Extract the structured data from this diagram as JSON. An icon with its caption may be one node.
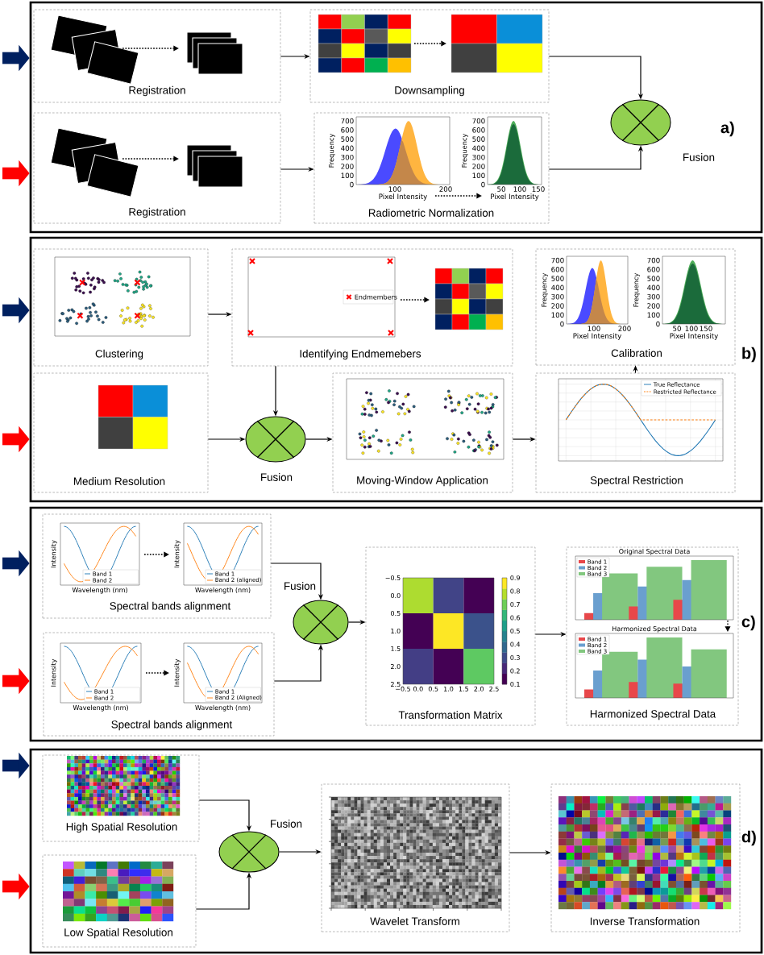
{
  "diagram": {
    "nodes": [
      {
        "text": [
          "a)"
        ]
      },
      {
        "text": [
          "Registration"
        ],
        "in": 0
      },
      {
        "text": [
          "Downsampling"
        ],
        "in": 0
      },
      {
        "text": [
          "Registration"
        ],
        "in": 0
      },
      {
        "text": [
          "Radiometric Normalization"
        ],
        "in": 0
      },
      {
        "text": [],
        "shape": "ellipse",
        "beside": [
          "Fusion"
        ],
        "in": 0
      },
      {
        "text": [
          "b)"
        ]
      },
      {
        "text": [
          "Clustering"
        ],
        "in": 6
      },
      {
        "text": [
          "Identifying Endmemebers"
        ],
        "in": 6
      },
      {
        "text": [
          "Calibration"
        ],
        "in": 6
      },
      {
        "text": [
          "Medium Resolution"
        ],
        "in": 6
      },
      {
        "text": [],
        "shape": "ellipse",
        "beside": [
          "Fusion"
        ],
        "in": 6
      },
      {
        "text": [
          "Moving-Window Application"
        ],
        "in": 6
      },
      {
        "text": [
          "Spectral Restriction"
        ],
        "in": 6
      },
      {
        "text": [
          "c)"
        ]
      },
      {
        "text": [
          "Spectral bands alignment"
        ],
        "in": 14
      },
      {
        "text": [
          "Spectral bands alignment"
        ],
        "in": 14
      },
      {
        "text": [],
        "shape": "ellipse",
        "beside": [
          "Fusion"
        ],
        "in": 14
      },
      {
        "text": [
          "Transformation Matrix"
        ],
        "in": 14
      },
      {
        "text": [
          "Harmonized Spectral Data"
        ],
        "in": 14
      },
      {
        "text": [
          "d)"
        ]
      },
      {
        "text": [
          "High Spatial Resolution"
        ],
        "in": 20
      },
      {
        "text": [
          "Low Spatial Resolution"
        ],
        "in": 20
      },
      {
        "text": [],
        "shape": "ellipse",
        "beside": [
          "Fusion"
        ],
        "in": 20
      },
      {
        "text": [
          "Wavelet Transform"
        ],
        "in": 20
      },
      {
        "text": [
          "Inverse Transformation"
        ],
        "in": 20
      }
    ],
    "edges": [
      {
        "from": null,
        "to": 0,
        "arrow": "to",
        "style": "thick",
        "color": "#002060"
      },
      {
        "from": null,
        "to": 0,
        "arrow": "to",
        "style": "thick",
        "color": "#ff0000"
      },
      {
        "from": 1,
        "to": 2,
        "arrow": "to"
      },
      {
        "from": 3,
        "to": 4,
        "arrow": "to"
      },
      {
        "from": 2,
        "to": 5,
        "arrow": "to"
      },
      {
        "from": 4,
        "to": 5,
        "arrow": "to"
      },
      {
        "from": null,
        "to": 6,
        "arrow": "to",
        "style": "thick",
        "color": "#002060"
      },
      {
        "from": null,
        "to": 6,
        "arrow": "to",
        "style": "thick",
        "color": "#ff0000"
      },
      {
        "from": 7,
        "to": 8,
        "arrow": "to"
      },
      {
        "from": 8,
        "to": 11,
        "arrow": "to"
      },
      {
        "from": 10,
        "to": 11,
        "arrow": "to"
      },
      {
        "from": 11,
        "to": 12,
        "arrow": "to"
      },
      {
        "from": 12,
        "to": 13,
        "arrow": "to"
      },
      {
        "from": 13,
        "to": 9,
        "arrow": "to"
      },
      {
        "from": null,
        "to": 14,
        "arrow": "to",
        "style": "thick",
        "color": "#002060"
      },
      {
        "from": null,
        "to": 14,
        "arrow": "to",
        "style": "thick",
        "color": "#ff0000"
      },
      {
        "from": 15,
        "to": 17,
        "arrow": "to"
      },
      {
        "from": 16,
        "to": 17,
        "arrow": "to"
      },
      {
        "from": 17,
        "to": 18,
        "arrow": "to"
      },
      {
        "from": 18,
        "to": 19,
        "arrow": "to"
      },
      {
        "from": null,
        "to": 20,
        "arrow": "to",
        "style": "thick",
        "color": "#002060"
      },
      {
        "from": null,
        "to": 20,
        "arrow": "to",
        "style": "thick",
        "color": "#ff0000"
      },
      {
        "from": 21,
        "to": 23,
        "arrow": "to"
      },
      {
        "from": 22,
        "to": 23,
        "arrow": "to"
      },
      {
        "from": 23,
        "to": 24,
        "arrow": "to"
      },
      {
        "from": 24,
        "to": 25,
        "arrow": "to"
      }
    ],
    "labels": [
      "700",
      "600",
      "500",
      "400",
      "300",
      "200",
      "100",
      "0",
      "Frequency",
      "100",
      "200",
      "Pixel Intensity",
      "700",
      "600",
      "500",
      "400",
      "300",
      "200",
      "100",
      "0",
      "Frequency",
      "50",
      "100",
      "150",
      "Pixel Intensity",
      "Endmembers",
      "700",
      "600",
      "500",
      "400",
      "300",
      "200",
      "100",
      "0",
      "Frequency",
      "100",
      "200",
      "Pixel Intensity",
      "700",
      "600",
      "500",
      "400",
      "300",
      "200",
      "100",
      "0",
      "Frequency",
      "50",
      "100",
      "150",
      "Pixel Intensity",
      "True Reflectance",
      "Restricted Reflectance",
      "Intensity",
      "Band 1",
      "Band 2",
      "Wavelength (nm)",
      "Intensity",
      "Band 1",
      "Band 2 (aligned)",
      "Wavelength (nm)",
      "Intensity",
      "Band 1",
      "Band 2",
      "Wavelength (nm)",
      "Intensity",
      "Band 1",
      "Band 2 (Aligned)",
      "Wavelength (nm)",
      "−0.5",
      "0.0",
      "0.5",
      "1.0",
      "1.5",
      "2.0",
      "2.5",
      "−0.5",
      "0.0",
      "0.5",
      "1.0",
      "1.5",
      "2.0",
      "2.5",
      "0.9",
      "0.8",
      "0.7",
      "0.6",
      "0.5",
      "0.4",
      "0.3",
      "0.2",
      "0.1",
      "Original Spectral Data",
      "Band 1",
      "Band 2",
      "Band 3",
      "Harmonized Spectral Data",
      "Band 1",
      "Band 2",
      "Band 3"
    ]
  }
}
